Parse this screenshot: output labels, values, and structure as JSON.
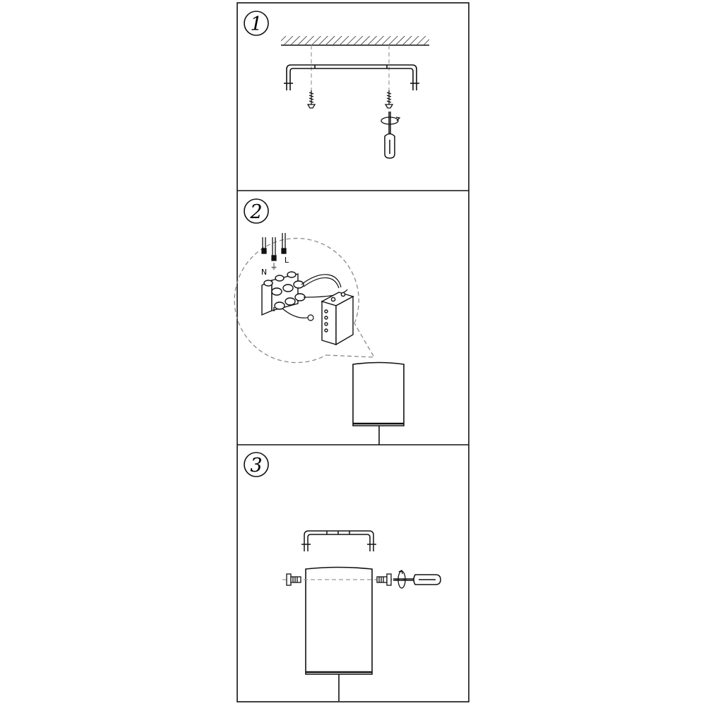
{
  "steps": [
    {
      "number": "1"
    },
    {
      "number": "2",
      "wire_labels": {
        "neutral": "N",
        "ground": "⏚",
        "live": "L"
      }
    },
    {
      "number": "3"
    }
  ],
  "colors": {
    "line": "#111111",
    "background": "#ffffff",
    "dashed": "#888888"
  },
  "icons": [
    "ceiling-hatch-icon",
    "mounting-bracket-icon",
    "wall-screw-icon",
    "screwdriver-icon",
    "rotation-arrow-icon",
    "terminal-block-icon",
    "driver-box-icon",
    "lamp-body-icon",
    "set-screw-icon"
  ]
}
